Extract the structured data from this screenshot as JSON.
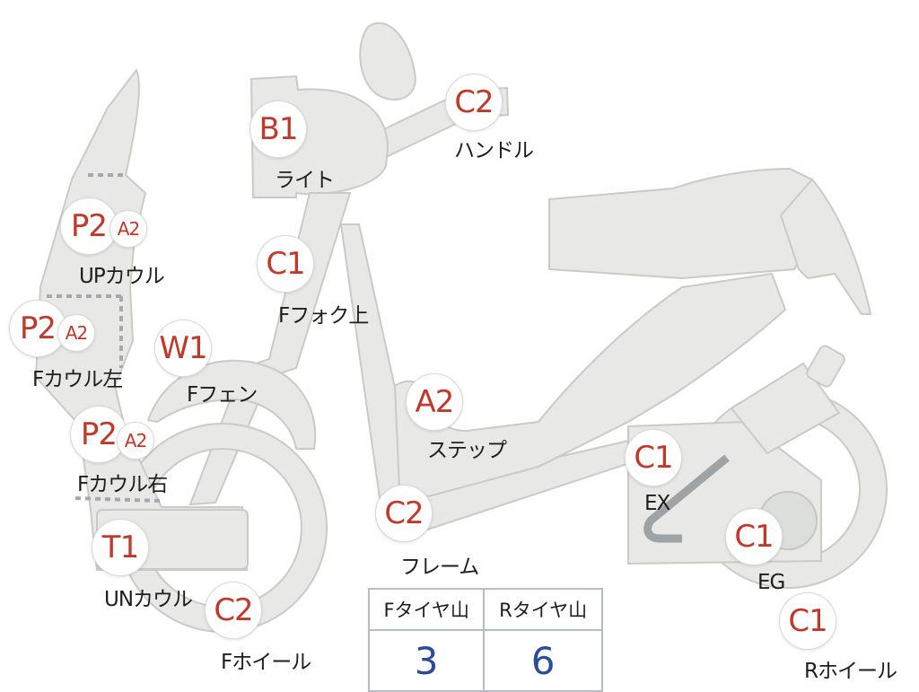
{
  "parts": [
    {
      "code": "B1",
      "name": "ライト"
    },
    {
      "code": "C2",
      "name": "ハンドル"
    },
    {
      "code": "P2",
      "sub": "A2",
      "name": "UPカウル"
    },
    {
      "code": "C1",
      "name": "Fフォク上"
    },
    {
      "code": "P2",
      "sub": "A2",
      "name": "Fカウル左"
    },
    {
      "code": "W1",
      "name": "Fフェン"
    },
    {
      "code": "A2",
      "name": "ステップ"
    },
    {
      "code": "P2",
      "sub": "A2",
      "name": "Fカウル右"
    },
    {
      "code": "C1",
      "name": "EX"
    },
    {
      "code": "C2",
      "name": "フレーム"
    },
    {
      "code": "T1",
      "name": "UNカウル"
    },
    {
      "code": "C1",
      "name": "EG"
    },
    {
      "code": "C2",
      "name": "Fホイール"
    },
    {
      "code": "C1",
      "name": "Rホイール"
    }
  ],
  "tread_table": {
    "headers": [
      "Fタイヤ山",
      "Rタイヤ山"
    ],
    "values": [
      "3",
      "6"
    ]
  },
  "colors": {
    "code_text": "#c0392b",
    "value_text": "#2b4c9b",
    "body_fill": "#e8e9e6"
  }
}
